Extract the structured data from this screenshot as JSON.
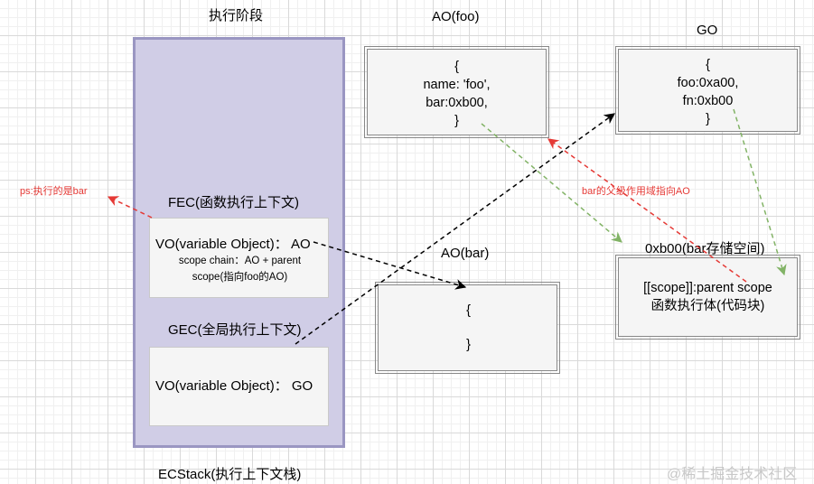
{
  "titles": {
    "exec_phase": "执行阶段",
    "ao_foo": "AO(foo)",
    "go": "GO",
    "ao_bar": "AO(bar)",
    "bar_space": "0xb00(bar存储空间)",
    "ecstack": "ECStack(执行上下文栈)"
  },
  "ao_foo": {
    "lines": [
      "{",
      "name: 'foo',",
      "bar:0xb00,",
      "}"
    ]
  },
  "go": {
    "lines": [
      "{",
      "foo:0xa00,",
      "fn:0xb00",
      "}"
    ]
  },
  "ao_bar": {
    "lines": [
      "{",
      "}"
    ]
  },
  "bar_space": {
    "lines": [
      "[[scope]]:parent scope",
      "函数执行体(代码块)"
    ]
  },
  "fec": {
    "title": "FEC(函数执行上下文)",
    "vo": "VO(variable Object)： AO",
    "scope1": "scope chain：AO + parent",
    "scope2": "scope(指向foo的AO)"
  },
  "gec": {
    "title": "GEC(全局执行上下文)",
    "vo": "VO(variable Object)： GO"
  },
  "annotations": {
    "ps": "ps:执行的是bar",
    "parent_scope": "bar的父级作用域指向AO"
  },
  "watermark": "@稀土掘金技术社区",
  "colors": {
    "red": "#e53935",
    "green": "#82b366",
    "black": "#000000",
    "stack_fill": "#d0cde6",
    "stack_border": "#9a96c2"
  }
}
